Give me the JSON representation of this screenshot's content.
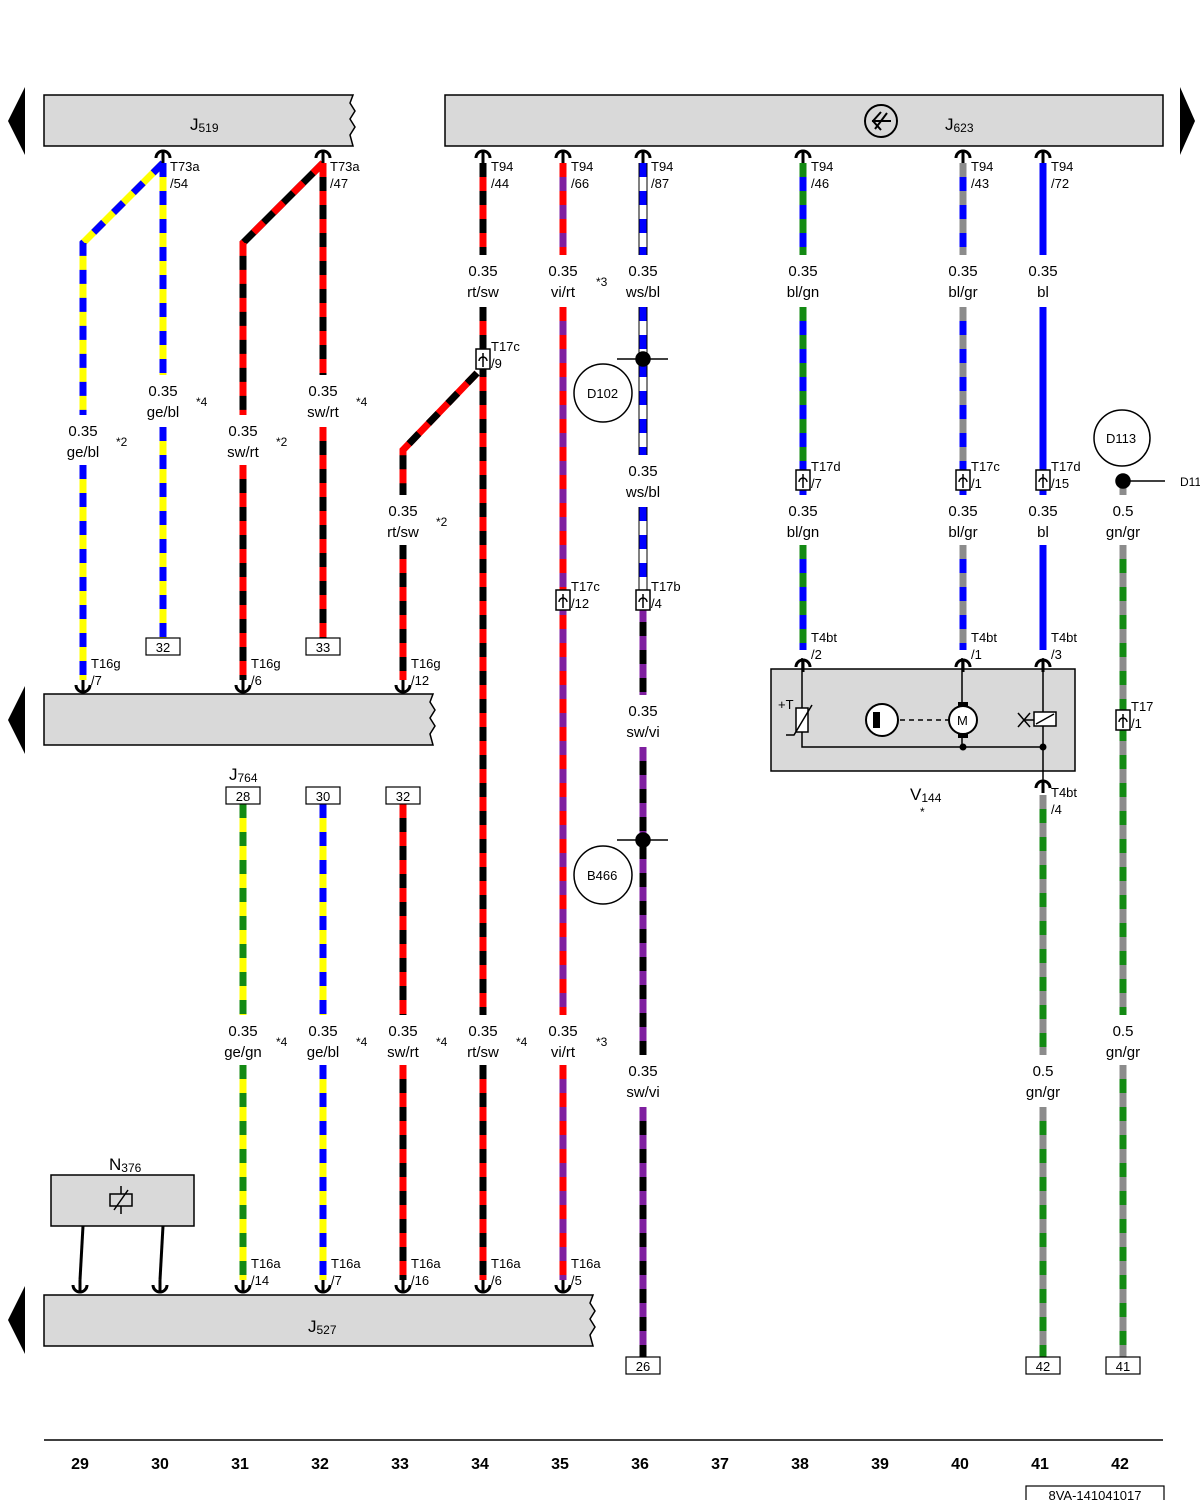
{
  "components": {
    "J519": {
      "base": "J",
      "sub": "519"
    },
    "J623": {
      "base": "J",
      "sub": "623"
    },
    "J527": {
      "base": "J",
      "sub": "527"
    },
    "J764": {
      "base": "J",
      "sub": "764"
    },
    "N376": {
      "base": "N",
      "sub": "376"
    },
    "V144": {
      "base": "V",
      "sub": "144",
      "note": "*"
    },
    "D102": "D102",
    "D113": "D113",
    "B466": "B466",
    "D113_edge": "D11"
  },
  "columns": [
    "29",
    "30",
    "31",
    "32",
    "33",
    "34",
    "35",
    "36",
    "37",
    "38",
    "39",
    "40",
    "41",
    "42"
  ],
  "doc_number": "8VA-141041017",
  "pins": [
    {
      "id": "p1",
      "l1": "T73a",
      "l2": "/54"
    },
    {
      "id": "p2",
      "l1": "T73a",
      "l2": "/47"
    },
    {
      "id": "p3",
      "l1": "T94",
      "l2": "/44"
    },
    {
      "id": "p4",
      "l1": "T94",
      "l2": "/66"
    },
    {
      "id": "p5",
      "l1": "T94",
      "l2": "/87"
    },
    {
      "id": "p6",
      "l1": "T94",
      "l2": "/46"
    },
    {
      "id": "p7",
      "l1": "T94",
      "l2": "/43"
    },
    {
      "id": "p8",
      "l1": "T94",
      "l2": "/72"
    },
    {
      "id": "p9",
      "l1": "T17c",
      "l2": "/9"
    },
    {
      "id": "p10",
      "l1": "T17d",
      "l2": "/7"
    },
    {
      "id": "p11",
      "l1": "T17c",
      "l2": "/1"
    },
    {
      "id": "p12",
      "l1": "T17d",
      "l2": "/15"
    },
    {
      "id": "p13",
      "l1": "T17c",
      "l2": "/12"
    },
    {
      "id": "p14",
      "l1": "T17b",
      "l2": "/4"
    },
    {
      "id": "p15",
      "l1": "T4bt",
      "l2": "/2"
    },
    {
      "id": "p16",
      "l1": "T4bt",
      "l2": "/1"
    },
    {
      "id": "p17",
      "l1": "T4bt",
      "l2": "/3"
    },
    {
      "id": "p18",
      "l1": "T4bt",
      "l2": "/4"
    },
    {
      "id": "p19",
      "l1": "T17",
      "l2": "/1"
    },
    {
      "id": "p20",
      "l1": "T16g",
      "l2": "/7"
    },
    {
      "id": "p21",
      "l1": "T16g",
      "l2": "/6"
    },
    {
      "id": "p22",
      "l1": "T16g",
      "l2": "/12"
    },
    {
      "id": "p23",
      "l1": "T16a",
      "l2": "/14"
    },
    {
      "id": "p24",
      "l1": "T16a",
      "l2": "/7"
    },
    {
      "id": "p25",
      "l1": "T16a",
      "l2": "/16"
    },
    {
      "id": "p26",
      "l1": "T16a",
      "l2": "/6"
    },
    {
      "id": "p27",
      "l1": "T16a",
      "l2": "/5"
    }
  ],
  "wire_labels": [
    {
      "id": "w1",
      "size": "0.35",
      "color": "ge/bl",
      "note": "*2"
    },
    {
      "id": "w2",
      "size": "0.35",
      "color": "ge/bl",
      "note": "*4"
    },
    {
      "id": "w3",
      "size": "0.35",
      "color": "sw/rt",
      "note": "*2"
    },
    {
      "id": "w4",
      "size": "0.35",
      "color": "sw/rt",
      "note": "*4"
    },
    {
      "id": "w5",
      "size": "0.35",
      "color": "rt/sw",
      "note": "*2"
    },
    {
      "id": "w6",
      "size": "0.35",
      "color": "rt/sw",
      "note": ""
    },
    {
      "id": "w7",
      "size": "0.35",
      "color": "vi/rt",
      "note": "*3"
    },
    {
      "id": "w8",
      "size": "0.35",
      "color": "ws/bl",
      "note": ""
    },
    {
      "id": "w9",
      "size": "0.35",
      "color": "ws/bl",
      "note": ""
    },
    {
      "id": "w10",
      "size": "0.35",
      "color": "sw/vi",
      "note": ""
    },
    {
      "id": "w11",
      "size": "0.35",
      "color": "sw/vi",
      "note": ""
    },
    {
      "id": "w12",
      "size": "0.35",
      "color": "bl/gn",
      "note": ""
    },
    {
      "id": "w13",
      "size": "0.35",
      "color": "bl/gn",
      "note": ""
    },
    {
      "id": "w14",
      "size": "0.35",
      "color": "bl/gr",
      "note": ""
    },
    {
      "id": "w15",
      "size": "0.35",
      "color": "bl/gr",
      "note": ""
    },
    {
      "id": "w16",
      "size": "0.35",
      "color": "bl",
      "note": ""
    },
    {
      "id": "w17",
      "size": "0.35",
      "color": "bl",
      "note": ""
    },
    {
      "id": "w18",
      "size": "0.5",
      "color": "gn/gr",
      "note": ""
    },
    {
      "id": "w19",
      "size": "0.5",
      "color": "gn/gr",
      "note": ""
    },
    {
      "id": "w20",
      "size": "0.5",
      "color": "gn/gr",
      "note": ""
    },
    {
      "id": "w21",
      "size": "0.35",
      "color": "ge/gn",
      "note": "*4"
    },
    {
      "id": "w22",
      "size": "0.35",
      "color": "ge/bl",
      "note": "*4"
    },
    {
      "id": "w23",
      "size": "0.35",
      "color": "sw/rt",
      "note": "*4"
    },
    {
      "id": "w24",
      "size": "0.35",
      "color": "rt/sw",
      "note": "*4"
    },
    {
      "id": "w25",
      "size": "0.35",
      "color": "vi/rt",
      "note": "*3"
    }
  ],
  "refs": [
    "32",
    "33",
    "28",
    "30",
    "32",
    "26",
    "42",
    "41"
  ],
  "v144_symbols": {
    "temp": "+T",
    "motor": "M"
  },
  "wire_colors": {
    "ge": "#ffff00",
    "bl": "#0000ff",
    "sw": "#000000",
    "rt": "#ff0000",
    "vi": "#7f1fa0",
    "ws": "#ffffff",
    "gn": "#138a13",
    "gr": "#8c8c8c"
  },
  "colors": {
    "component_fill": "#d9d9d9",
    "outline": "#000000"
  }
}
